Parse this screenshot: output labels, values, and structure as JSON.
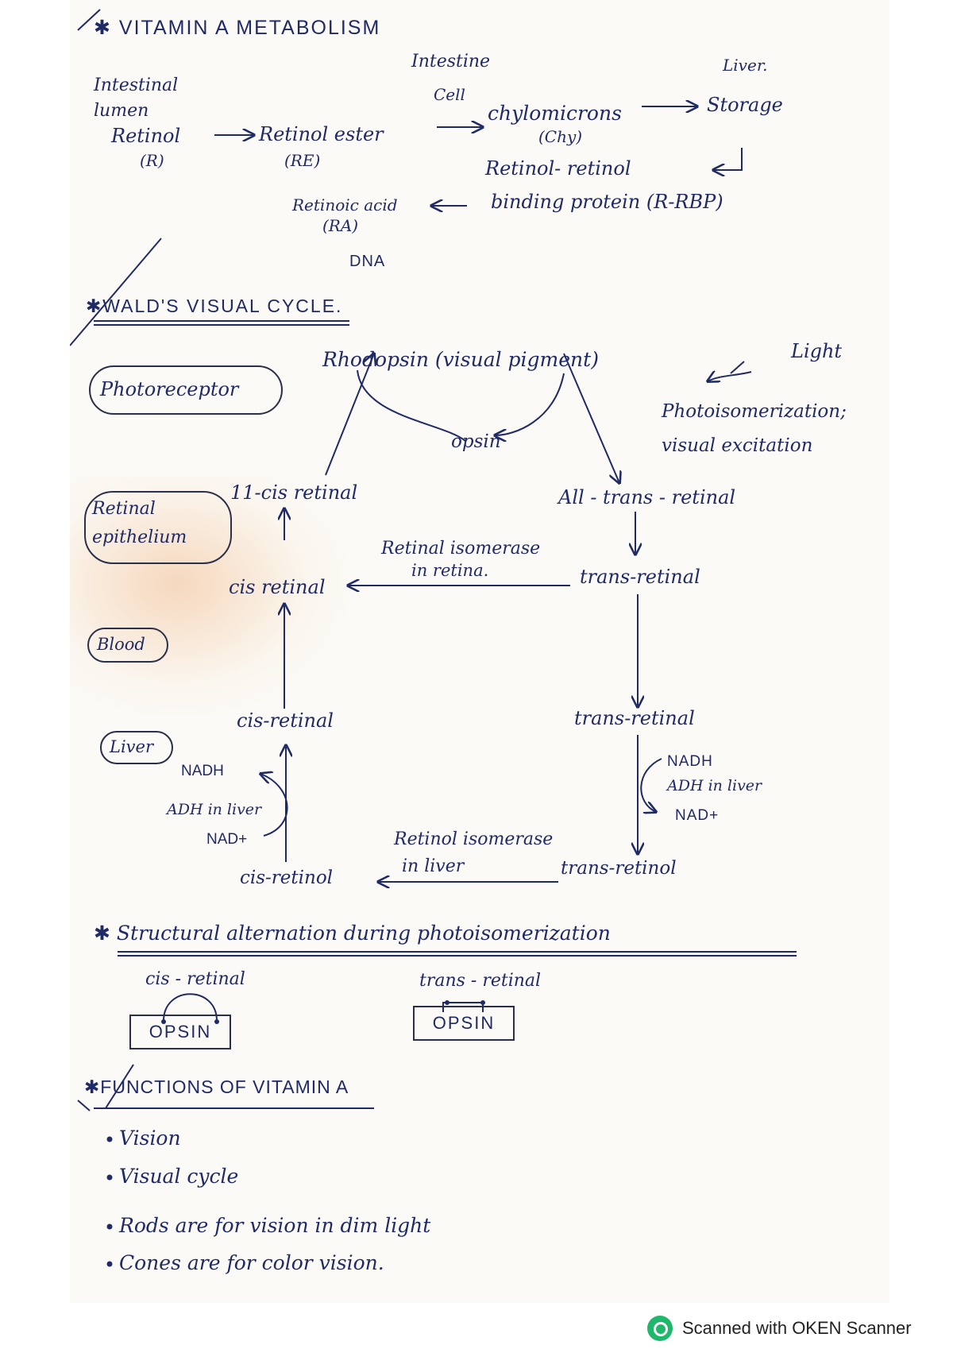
{
  "metabolism": {
    "title": "VITAMIN A METABOLISM",
    "intestinal_lumen": "Intestinal",
    "lumen_word": "lumen",
    "retinol": "Retinol",
    "retinol_abbr": "(R)",
    "intestine_cell_1": "Intestine",
    "intestine_cell_2": "Cell",
    "retinol_ester": "Retinol ester",
    "retinol_ester_abbr": "(RE)",
    "chylomicrons": "chylomicrons",
    "chylomicrons_abbr": "(Chy)",
    "liver": "Liver.",
    "storage": "Storage",
    "rbp_1": "Retinol- retinol",
    "rbp_2": "binding protein (R-RBP)",
    "retinoic_acid": "Retinoic acid",
    "retinoic_acid_abbr": "(RA)",
    "dna": "DNA"
  },
  "walds": {
    "title": "WALD'S VISUAL CYCLE.",
    "regions": {
      "photoreceptor": "Photoreceptor",
      "retinal_epithelium_1": "Retinal",
      "retinal_epithelium_2": "epithelium",
      "blood": "Blood",
      "liver": "Liver"
    },
    "rhodopsin": "Rhodopsin (visual pigment)",
    "light": "Light",
    "photoisomerization_1": "Photoisomerization;",
    "photoisomerization_2": "visual excitation",
    "opsin": "opsin",
    "cis11_retinal": "11-cis retinal",
    "all_trans_retinal": "All - trans - retinal",
    "retinal_isomerase_1": "Retinal isomerase",
    "retinal_isomerase_2": "in retina.",
    "trans_retinal_epi": "trans-retinal",
    "cis_retinal_epi": "cis retinal",
    "cis_retinal_liver": "cis-retinal",
    "trans_retinal_liver": "trans-retinal",
    "nadh_left": "NADH",
    "adh_left": "ADH in liver",
    "nad_left": "NAD+",
    "nadh_right": "NADH",
    "adh_right": "ADH in liver",
    "nad_right": "NAD+",
    "retinol_isomerase_1": "Retinol isomerase",
    "retinol_isomerase_2": "in liver",
    "cis_retinol": "cis-retinol",
    "trans_retinol": "trans-retinol"
  },
  "structural": {
    "title": "Structural alternation during photoisomerization",
    "cis_label": "cis - retinal",
    "trans_label": "trans - retinal",
    "opsin_box": "OPSIN"
  },
  "functions": {
    "title": "FUNCTIONS OF VITAMIN A",
    "items": [
      "Vision",
      "Visual cycle",
      "Rods are for vision in dim light",
      "Cones are for color vision."
    ]
  },
  "footer": {
    "scanner_text": "Scanned with OKEN Scanner"
  },
  "colors": {
    "ink": "#1f2a66",
    "logo": "#1fb86a"
  }
}
